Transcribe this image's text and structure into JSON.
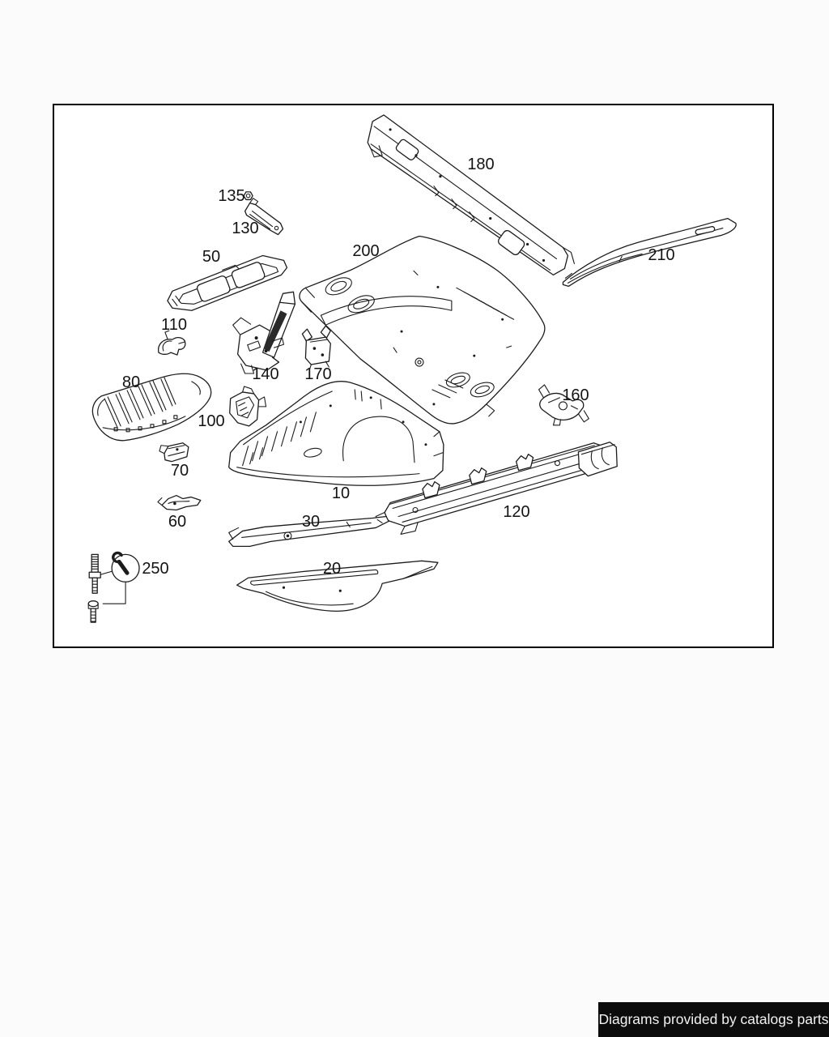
{
  "page": {
    "background": "#fbfbfb"
  },
  "diagram": {
    "background": "#ffffff",
    "border_color": "#000000",
    "line_color": "#1c1c1c",
    "parts": [
      {
        "label": "180"
      },
      {
        "label": "135"
      },
      {
        "label": "130"
      },
      {
        "label": "50"
      },
      {
        "label": "200"
      },
      {
        "label": "210"
      },
      {
        "label": "110"
      },
      {
        "label": "140"
      },
      {
        "label": "170"
      },
      {
        "label": "80"
      },
      {
        "label": "100"
      },
      {
        "label": "70"
      },
      {
        "label": "60"
      },
      {
        "label": "10"
      },
      {
        "label": "160"
      },
      {
        "label": "120"
      },
      {
        "label": "30"
      },
      {
        "label": "20"
      },
      {
        "label": "250"
      }
    ],
    "callout": {
      "icon": "wrench-icon",
      "part_label": "250"
    }
  },
  "footer": {
    "text": "Diagrams provided by catalogs parts",
    "background": "#0c0c0c",
    "text_color": "#f2f2f2"
  }
}
